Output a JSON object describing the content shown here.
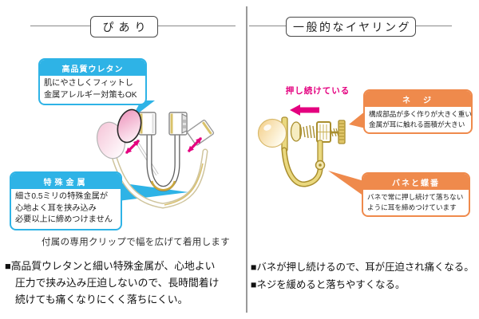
{
  "panels": {
    "left": {
      "title": "ぴあり",
      "callouts": [
        {
          "title": "高品質ウレタン",
          "lines": [
            "肌にやさしくフィットし",
            "金属アレルギー対策もOK"
          ]
        },
        {
          "title": "特殊金属",
          "lines": [
            "細さ0.5ミリの特殊金属が",
            "心地よく耳を挟み込み",
            "必要以上に締めつけません"
          ]
        }
      ],
      "caption": "付属の専用クリップで幅を広げて着用します",
      "note_lines": [
        "■高品質ウレタンと細い特殊金属が、心地よい",
        "圧力で挟み込み圧迫しないので、長時間着け",
        "続けても痛くなりにくく落ちにくい。"
      ]
    },
    "right": {
      "title": "一般的なイヤリング",
      "push_label": "押し続けている",
      "callouts": [
        {
          "title": "ネ　ジ",
          "lines": [
            "構成部品が多く作りが大きく重い",
            "金属が耳に触れる面積が大きい"
          ]
        },
        {
          "title": "バネと蝶番",
          "lines": [
            "バネで常に押し続けて落ちない",
            "ように耳を締めつけています"
          ]
        }
      ],
      "note_lines": [
        "■バネが押し続けるので、耳が圧迫され痛くなる。",
        "■ネジを緩めると落ちやすくなる。"
      ]
    }
  },
  "colors": {
    "accent_left_cyan": "#2eb3e6",
    "accent_right_orange": "#ef8a4c",
    "annotation_magenta": "#e4007f",
    "gold": "#a98e2e"
  }
}
